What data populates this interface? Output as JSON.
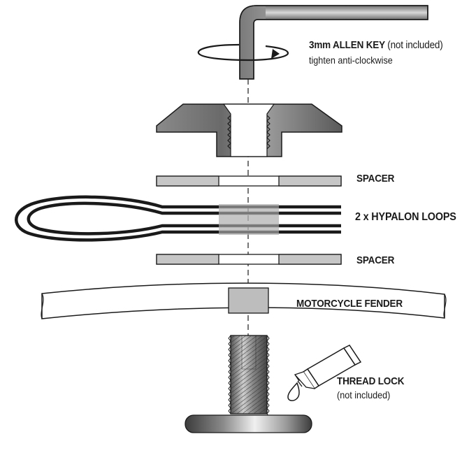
{
  "labels": {
    "allen_key_title": "3mm ALLEN KEY",
    "allen_key_note": "(not included)",
    "allen_key_instruction": "tighten anti-clockwise",
    "spacer_top": "SPACER",
    "hypalon_loops": "2 x HYPALON LOOPS",
    "spacer_bottom": "SPACER",
    "motorcycle_fender": "MOTORCYCLE FENDER",
    "thread_lock_title": "THREAD LOCK",
    "thread_lock_note": "(not included)"
  },
  "colors": {
    "metal_dark": "#5a5a5a",
    "metal_mid": "#9a9a9a",
    "metal_light": "#d6d6d6",
    "outline": "#1a1a1a",
    "spacer_fill": "#c8c8c8",
    "loop_fill": "#1a1a1a",
    "overlap_fill": "#aaaaaa"
  },
  "icons": {
    "rotation": "rotation-arrow-icon",
    "drop": "thread-lock-drop-icon"
  }
}
